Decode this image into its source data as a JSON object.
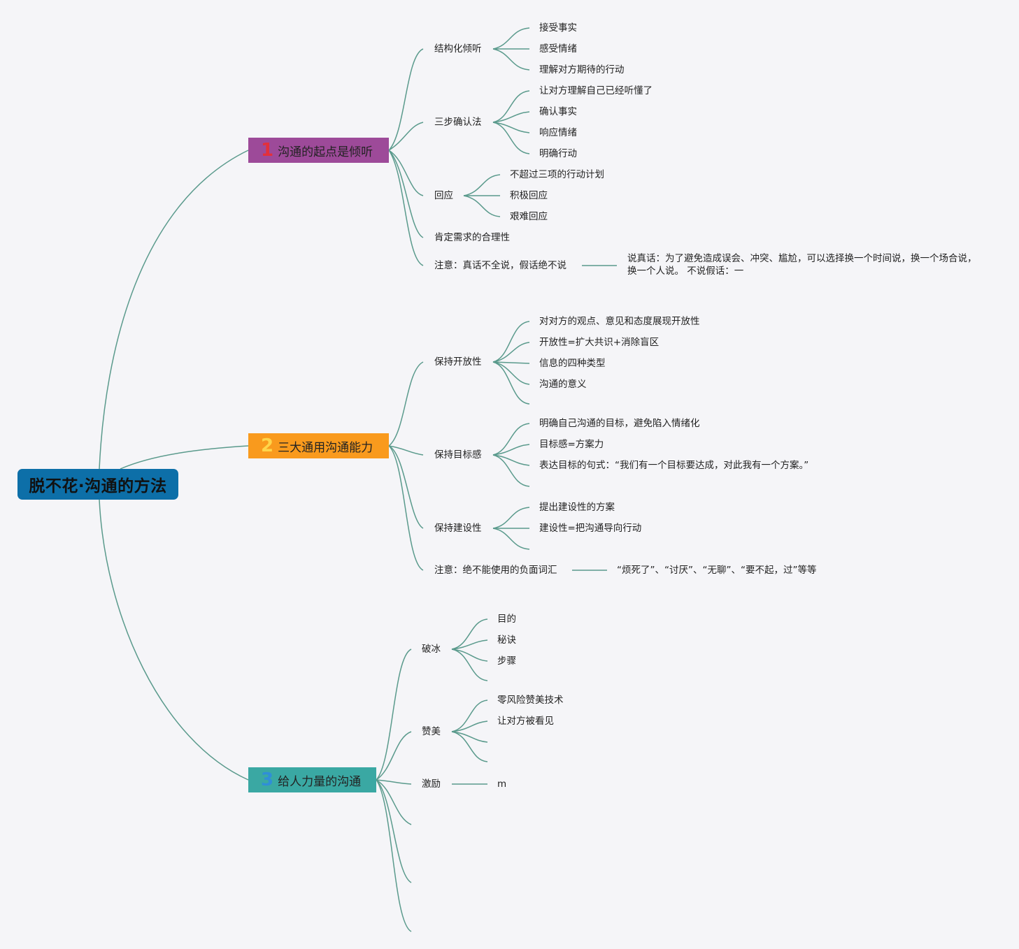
{
  "root": {
    "title": "脱不花·沟通的方法"
  },
  "branches": [
    {
      "num": "1",
      "title": "沟通的起点是倾听",
      "children": [
        {
          "label": "结构化倾听",
          "children": [
            "接受事实",
            "感受情绪",
            "理解对方期待的行动"
          ]
        },
        {
          "label": "三步确认法",
          "children": [
            "让对方理解自己已经听懂了",
            "确认事实",
            "响应情绪",
            "明确行动"
          ]
        },
        {
          "label": "回应",
          "children": [
            "不超过三项的行动计划",
            "积极回应",
            "艰难回应"
          ]
        },
        {
          "label": "肯定需求的合理性"
        },
        {
          "label": "注意：真话不全说，假话绝不说",
          "note": "说真话：为了避免造成误会、冲突、尴尬，可以选择换一个时间说，换一个场合说，换一个人说。 不说假话：一"
        }
      ]
    },
    {
      "num": "2",
      "title": "三大通用沟通能力",
      "children": [
        {
          "label": "保持开放性",
          "children": [
            "对对方的观点、意见和态度展现开放性",
            "开放性=扩大共识+消除盲区",
            "信息的四种类型",
            "沟通的意义"
          ]
        },
        {
          "label": "保持目标感",
          "children": [
            "明确自己沟通的目标，避免陷入情绪化",
            "目标感=方案力",
            "表达目标的句式：“我们有一个目标要达成，对此我有一个方案。”"
          ]
        },
        {
          "label": "保持建设性",
          "children": [
            "提出建设性的方案",
            "建设性=把沟通导向行动"
          ]
        },
        {
          "label": "注意：绝不能使用的负面词汇",
          "note": "“烦死了”、“讨厌”、“无聊”、“要不起，过”等等"
        }
      ]
    },
    {
      "num": "3",
      "title": "给人力量的沟通",
      "children": [
        {
          "label": "破冰",
          "children": [
            "目的",
            "秘诀",
            "步骤"
          ]
        },
        {
          "label": "赞美",
          "children": [
            "零风险赞美技术",
            "让对方被看见"
          ]
        },
        {
          "label": "激励",
          "note": "m"
        }
      ]
    }
  ]
}
